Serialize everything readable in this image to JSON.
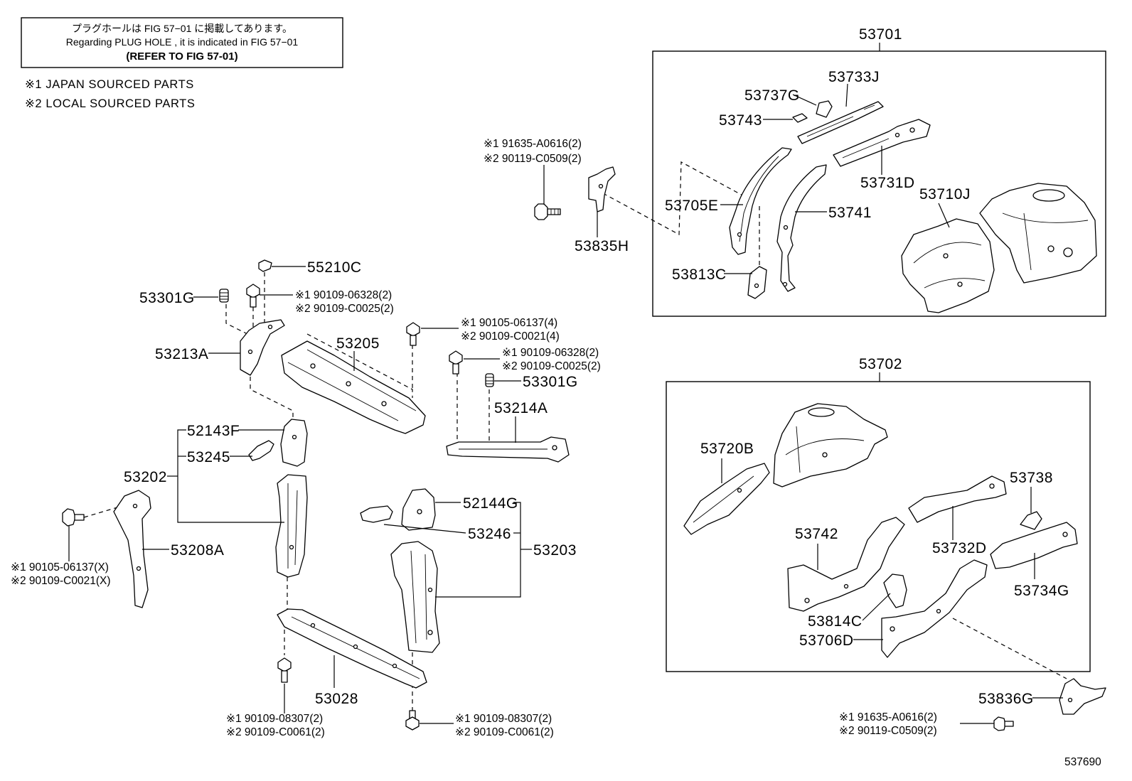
{
  "note": {
    "jp": "プラグホールは FIG 57−01 に掲載してあります。",
    "en": "Regarding PLUG HOLE , it is indicated in FIG 57−01",
    "refer": "(REFER TO FIG 57-01)"
  },
  "legend": {
    "japan": "※1  JAPAN SOURCED PARTS",
    "local": "※2  LOCAL SOURCED PARTS"
  },
  "assemblies": {
    "upper": "53701",
    "lower": "53702"
  },
  "callouts": {
    "53737G": "53737G",
    "53733J": "53733J",
    "53743": "53743",
    "53731D": "53731D",
    "53705E": "53705E",
    "53741": "53741",
    "53710J": "53710J",
    "53813C": "53813C",
    "53835H": "53835H",
    "55210C": "55210C",
    "53301G_a": "53301G",
    "53213A": "53213A",
    "53205": "53205",
    "53301G_b": "53301G",
    "53214A": "53214A",
    "52143F": "52143F",
    "53245": "53245",
    "53202": "53202",
    "53208A": "53208A",
    "52144G": "52144G",
    "53246": "53246",
    "53203": "53203",
    "53028": "53028",
    "53720B": "53720B",
    "53738": "53738",
    "53742": "53742",
    "53732D": "53732D",
    "53734G": "53734G",
    "53814C": "53814C",
    "53706D": "53706D",
    "53836G": "53836G"
  },
  "fasteners": {
    "f_53835H": {
      "s1": "※1 91635-A0616(2)",
      "s2": "※2 90119-C0509(2)"
    },
    "f_53213A": {
      "s1": "※1 90109-06328(2)",
      "s2": "※2 90109-C0025(2)"
    },
    "f_53205": {
      "s1": "※1 90105-06137(4)",
      "s2": "※2 90109-C0021(4)"
    },
    "f_53214A": {
      "s1": "※1 90109-06328(2)",
      "s2": "※2 90109-C0025(2)"
    },
    "f_53208A": {
      "s1": "※1 90105-06137(X)",
      "s2": "※2 90109-C0021(X)"
    },
    "f_53028": {
      "s1": "※1 90109-08307(2)",
      "s2": "※2 90109-C0061(2)"
    },
    "f_53203": {
      "s1": "※1 90109-08307(2)",
      "s2": "※2 90109-C0061(2)"
    },
    "f_53836G": {
      "s1": "※1 91635-A0616(2)",
      "s2": "※2 90119-C0509(2)"
    }
  },
  "figure_id": "537690"
}
